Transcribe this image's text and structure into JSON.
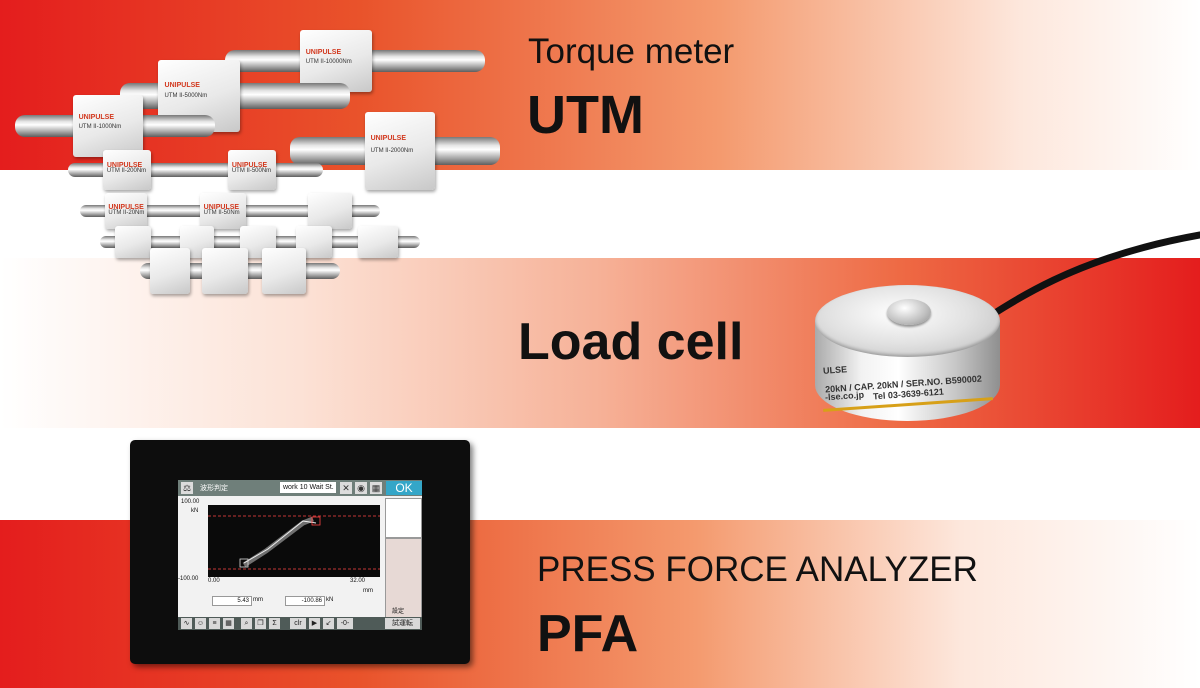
{
  "sections": {
    "utm": {
      "subtitle": "Torque meter",
      "title": "UTM"
    },
    "load_cell": {
      "title": "Load cell"
    },
    "pfa": {
      "subtitle": "PRESS FORCE ANALYZER",
      "title": "PFA"
    }
  },
  "torque_meters": {
    "brand": "UNIPULSE",
    "models": [
      "UTM II-10000Nm",
      "UTM II-5000Nm",
      "UTM II-1000Nm",
      "UTM II-2000Nm",
      "UTM II-200Nm",
      "UTM II-500Nm",
      "UTM II-20Nm",
      "UTM II-50Nm"
    ]
  },
  "load_cell_labels": {
    "brand": "ULSE",
    "spec": "20kN / CAP. 20kN / SER.NO. B590002",
    "web": "-lse.co.jp",
    "tel": "Tel 03-3639-6121"
  },
  "pfa_screen": {
    "header_label": "波形判定",
    "work": "work 10",
    "wait": "Wait St.",
    "ok": "OK",
    "y_max": "100.00",
    "y_unit": "kN",
    "y_min": "-100.00",
    "x_min": "0.00",
    "x_max": "32.00",
    "x_unit": "mm",
    "readout_x": "5.43",
    "readout_x_unit": "mm",
    "readout_y": "-100.86",
    "readout_y_unit": "kN",
    "settings": "設定",
    "test": "試運転",
    "clr": "clr",
    "zero": "-0-"
  },
  "colors": {
    "band_red": "#e41d1d",
    "band_orange": "#e9532b",
    "screen_ok": "#34a6c8",
    "stripe_gold": "#d7a018"
  }
}
